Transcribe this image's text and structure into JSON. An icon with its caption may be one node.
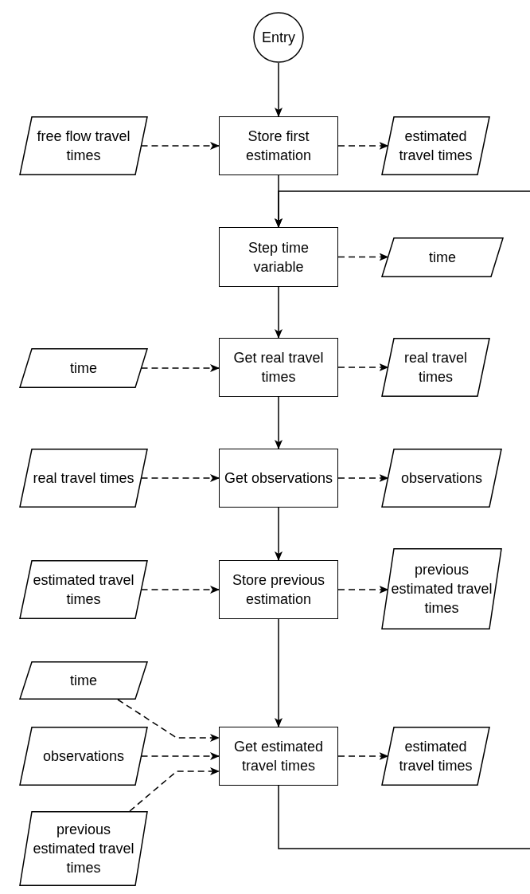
{
  "diagram": {
    "nodes": [
      {
        "text": [
          "Entry"
        ]
      },
      {
        "text": [
          "Store first estimation"
        ]
      },
      {
        "text": [
          "free flow travel times"
        ]
      },
      {
        "text": [
          "estimated travel times"
        ]
      },
      {
        "text": [
          "Step time variable"
        ]
      },
      {
        "text": [
          "time"
        ]
      },
      {
        "text": [
          "Get real travel times"
        ]
      },
      {
        "text": [
          "time"
        ]
      },
      {
        "text": [
          "real travel times"
        ]
      },
      {
        "text": [
          "Get observations"
        ]
      },
      {
        "text": [
          "real travel times"
        ]
      },
      {
        "text": [
          "observations"
        ]
      },
      {
        "text": [
          "Store previous estimation"
        ]
      },
      {
        "text": [
          "estimated travel times"
        ]
      },
      {
        "text": [
          "previous estimated travel times"
        ]
      },
      {
        "text": [
          "Get estimated travel times"
        ]
      },
      {
        "text": [
          "time"
        ]
      },
      {
        "text": [
          "observations"
        ]
      },
      {
        "text": [
          "previous estimated travel times"
        ]
      },
      {
        "text": [
          "estimated travel times"
        ]
      }
    ],
    "edges": [
      {
        "from": 0,
        "to": 1,
        "arrow": "to"
      },
      {
        "from": 2,
        "to": 1,
        "arrow": "to",
        "style": "dashed"
      },
      {
        "from": 1,
        "to": 3,
        "arrow": "to",
        "style": "dashed"
      },
      {
        "from": 1,
        "to": 4,
        "arrow": "to"
      },
      {
        "from": 4,
        "to": 5,
        "arrow": "to",
        "style": "dashed"
      },
      {
        "from": 4,
        "to": 6,
        "arrow": "to"
      },
      {
        "from": 7,
        "to": 6,
        "arrow": "to",
        "style": "dashed"
      },
      {
        "from": 6,
        "to": 8,
        "arrow": "to",
        "style": "dashed"
      },
      {
        "from": 6,
        "to": 9,
        "arrow": "to"
      },
      {
        "from": 10,
        "to": 9,
        "arrow": "to",
        "style": "dashed"
      },
      {
        "from": 9,
        "to": 11,
        "arrow": "to",
        "style": "dashed"
      },
      {
        "from": 9,
        "to": 12,
        "arrow": "to"
      },
      {
        "from": 13,
        "to": 12,
        "arrow": "to",
        "style": "dashed"
      },
      {
        "from": 12,
        "to": 14,
        "arrow": "to",
        "style": "dashed"
      },
      {
        "from": 12,
        "to": 15,
        "arrow": "to"
      },
      {
        "from": 16,
        "to": 15,
        "arrow": "to",
        "style": "dashed"
      },
      {
        "from": 17,
        "to": 15,
        "arrow": "to",
        "style": "dashed"
      },
      {
        "from": 18,
        "to": 15,
        "arrow": "to",
        "style": "dashed"
      },
      {
        "from": 15,
        "to": 19,
        "arrow": "to",
        "style": "dashed"
      },
      {
        "from": null,
        "to": 4,
        "arrow": "to"
      },
      {
        "from": 15,
        "to": null,
        "arrow": "none"
      }
    ]
  }
}
